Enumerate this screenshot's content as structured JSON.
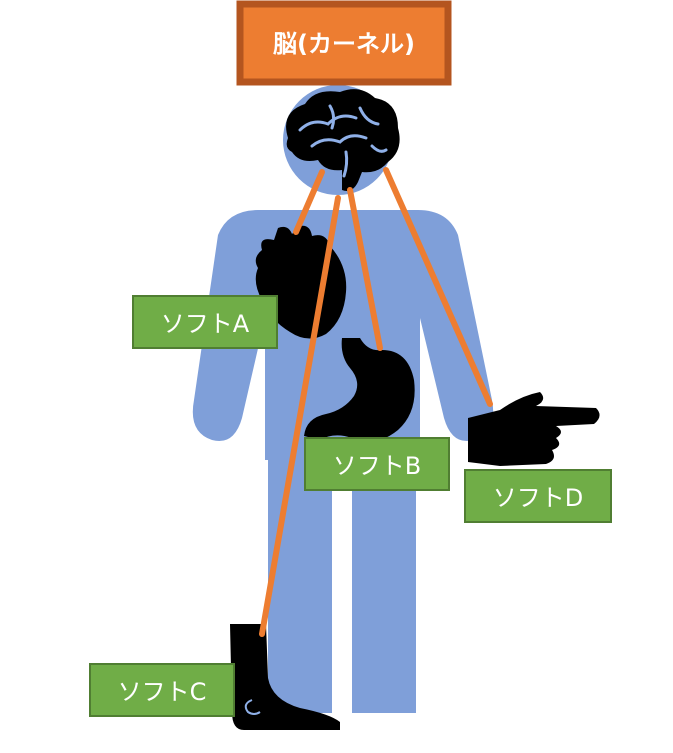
{
  "kernel": {
    "label": "脳(カーネル)",
    "fill": "#ED7D31",
    "border": "#B4551F"
  },
  "modules": [
    {
      "id": "a",
      "label": "ソフトA",
      "organ": "heart"
    },
    {
      "id": "b",
      "label": "ソフトB",
      "organ": "stomach"
    },
    {
      "id": "c",
      "label": "ソフトC",
      "organ": "foot"
    },
    {
      "id": "d",
      "label": "ソフトD",
      "organ": "hand"
    }
  ],
  "colors": {
    "body": "#7F9FD9",
    "organ": "#000000",
    "brain_detail": "#8FB0E8",
    "connector": "#ED7D31",
    "module_fill": "#70AD47",
    "module_border": "#507E32"
  }
}
